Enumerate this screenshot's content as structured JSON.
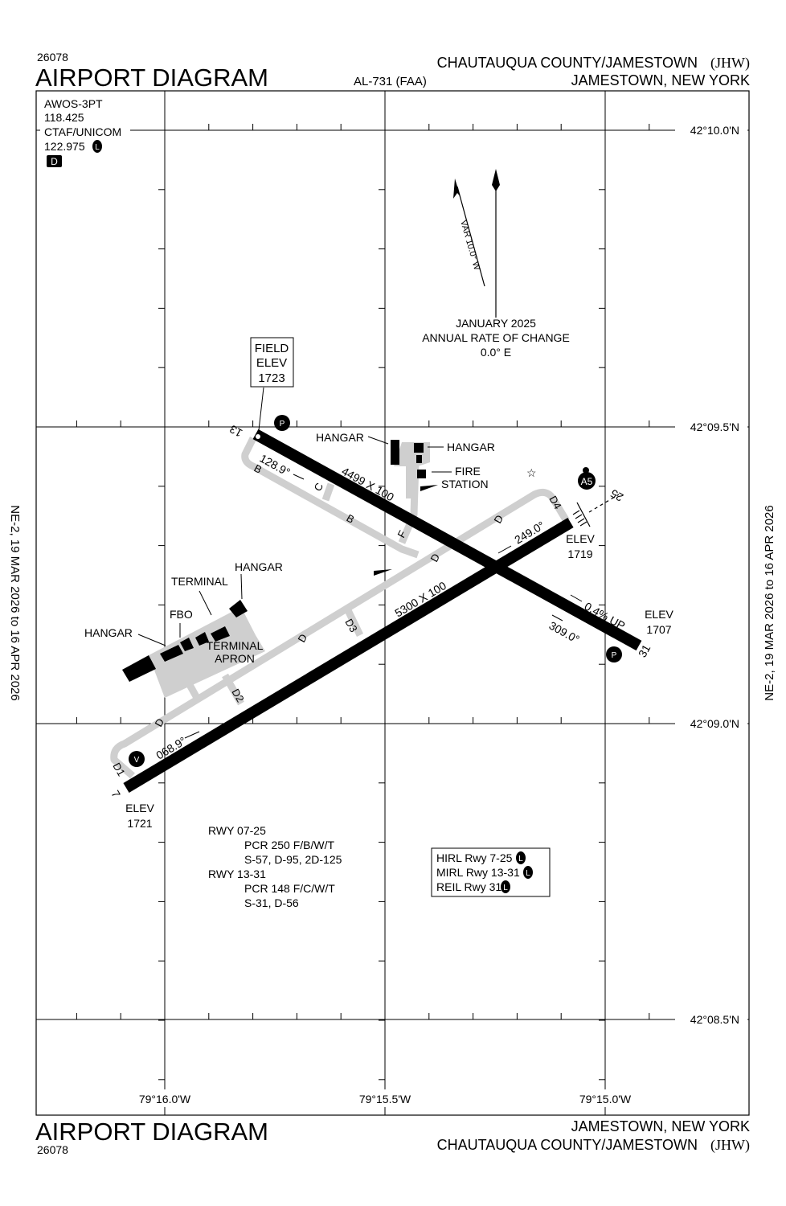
{
  "header": {
    "chart_number": "26078",
    "title": "AIRPORT DIAGRAM",
    "procedure_id": "AL-731 (FAA)",
    "airport_name": "CHAUTAUQUA COUNTY/JAMESTOWN",
    "airport_id": "(JHW)",
    "location": "JAMESTOWN, NEW YORK"
  },
  "footer": {
    "chart_number": "26078",
    "title": "AIRPORT DIAGRAM",
    "location": "JAMESTOWN, NEW YORK",
    "airport_name": "CHAUTAUQUA COUNTY/JAMESTOWN",
    "airport_id": "(JHW)"
  },
  "side_label": "NE-2,  19 MAR 2026  to  16 APR 2026",
  "comms": {
    "awos": "AWOS-3PT",
    "awos_freq": "118.425",
    "ctaf": "CTAF/UNICOM",
    "ctaf_freq": "122.975",
    "l_badge": "L",
    "d_badge": "D"
  },
  "latitudes": [
    "42°10.0'N",
    "42°09.5'N",
    "42°09.0'N",
    "42°08.5'N"
  ],
  "longitudes": [
    "79°16.0'W",
    "79°15.5'W",
    "79°15.0'W"
  ],
  "magnetic": {
    "variation": "VAR 10.0° W",
    "date": "JANUARY 2025",
    "rate_label": "ANNUAL RATE OF CHANGE",
    "rate": "0.0° E"
  },
  "field_elev": {
    "label1": "FIELD",
    "label2": "ELEV",
    "value": "1723"
  },
  "runways": {
    "rwy13_31": {
      "end13": "13",
      "end31": "31",
      "dims": "4499 X 100",
      "hdg13": "128.9°",
      "hdg31": "309.0°",
      "slope": "0.4% UP",
      "elev31_label": "ELEV",
      "elev31": "1707"
    },
    "rwy07_25": {
      "end07": "7",
      "end25": "25",
      "dims": "5300 X 100",
      "hdg07": "068.9°",
      "hdg25": "249.0°",
      "elev07_label": "ELEV",
      "elev07": "1721",
      "elev25_label": "ELEV",
      "elev25": "1719"
    }
  },
  "taxiways": {
    "b1": "B",
    "b2": "B",
    "c": "C",
    "f": "F",
    "d1": "D",
    "d2": "D",
    "d3": "D",
    "d4": "D",
    "td1": "D1",
    "td2": "D2",
    "td3": "D3",
    "td4": "D4"
  },
  "buildings": {
    "hangar_ne": "HANGAR",
    "hangar_e": "HANGAR",
    "fire1": "FIRE",
    "fire2": "STATION",
    "hangar_w": "HANGAR",
    "terminal": "TERMINAL",
    "fbo": "FBO",
    "hangar_sw": "HANGAR",
    "apron1": "TERMINAL",
    "apron2": "APRON"
  },
  "markers": {
    "p1": "P",
    "p2": "P",
    "v": "V",
    "a5": "A5"
  },
  "pcr": {
    "rwy1": "RWY 07-25",
    "rwy1_l1": "PCR 250 F/B/W/T",
    "rwy1_l2": "S-57, D-95, 2D-125",
    "rwy2": "RWY 13-31",
    "rwy2_l1": "PCR 148 F/C/W/T",
    "rwy2_l2": "S-31, D-56"
  },
  "lighting": {
    "l1": "HIRL Rwy 7-25",
    "l2": "MIRL Rwy 13-31",
    "l3": "REIL Rwy 31",
    "badge": "L"
  }
}
